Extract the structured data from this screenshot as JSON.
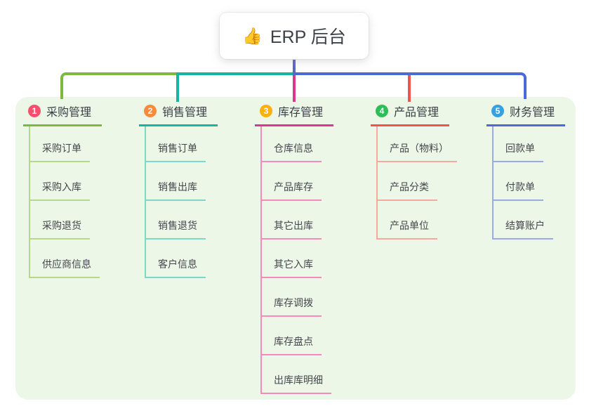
{
  "root": {
    "icon": "👍",
    "label": "ERP 后台"
  },
  "canvas": {
    "background": "#ffffff",
    "panel_background": "#ecf7e8",
    "root_connector_color": "#5b68c0",
    "text_color": "#3b3f46",
    "child_text_color": "#45474c"
  },
  "branches": [
    {
      "number": "1",
      "label": "采购管理",
      "color": "#7db93c",
      "badge_color": "#f4516c",
      "light_color": "#b5d98a",
      "children": [
        {
          "label": "采购订单"
        },
        {
          "label": "采购入库"
        },
        {
          "label": "采购退货"
        },
        {
          "label": "供应商信息"
        }
      ]
    },
    {
      "number": "2",
      "label": "销售管理",
      "color": "#17b3a3",
      "badge_color": "#f78b3c",
      "light_color": "#7fd6cb",
      "children": [
        {
          "label": "销售订单"
        },
        {
          "label": "销售出库"
        },
        {
          "label": "销售退货"
        },
        {
          "label": "客户信息"
        }
      ]
    },
    {
      "number": "3",
      "label": "库存管理",
      "color": "#dc3790",
      "badge_color": "#fbb10e",
      "light_color": "#f48bbc",
      "children": [
        {
          "label": "仓库信息"
        },
        {
          "label": "产品库存"
        },
        {
          "label": "其它出库"
        },
        {
          "label": "其它入库"
        },
        {
          "label": "库存调拨"
        },
        {
          "label": "库存盘点"
        },
        {
          "label": "出库库明细"
        }
      ]
    },
    {
      "number": "4",
      "label": "产品管理",
      "color": "#f0544f",
      "badge_color": "#2ebd59",
      "light_color": "#f8a8a0",
      "children": [
        {
          "label": "产品（物料）"
        },
        {
          "label": "产品分类"
        },
        {
          "label": "产品单位"
        }
      ]
    },
    {
      "number": "5",
      "label": "财务管理",
      "color": "#4a6bd5",
      "badge_color": "#35a1e0",
      "light_color": "#98abe4",
      "children": [
        {
          "label": "回款单"
        },
        {
          "label": "付款单"
        },
        {
          "label": "结算账户"
        }
      ]
    }
  ]
}
